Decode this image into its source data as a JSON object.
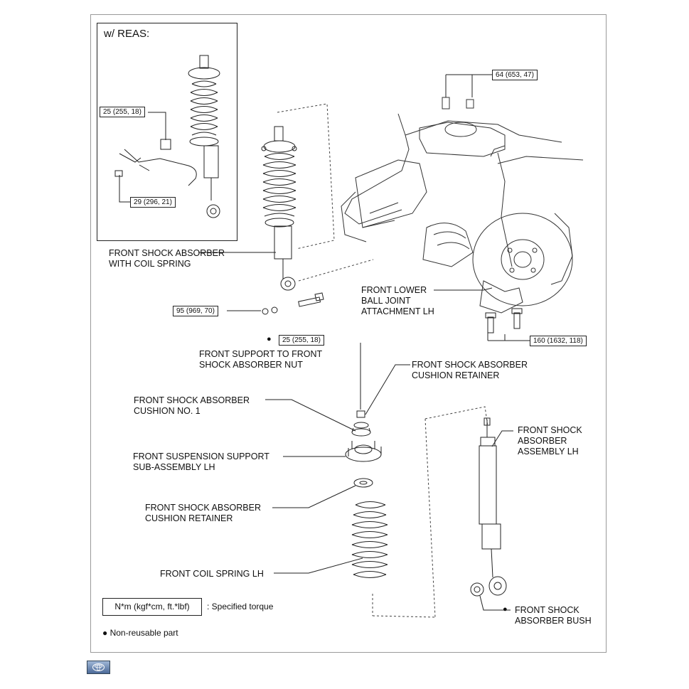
{
  "inset": {
    "title": "w/ REAS:"
  },
  "torques": {
    "reas_upper": "25 (255, 18)",
    "reas_lower": "29 (296, 21)",
    "knuckle_nuts": "64 (653, 47)",
    "lower_bolt": "95 (969, 70)",
    "support_nut": "25 (255, 18)",
    "ball_joint": "160 (1632, 118)"
  },
  "labels": {
    "shock_with_spring": "FRONT SHOCK ABSORBER\nWITH COIL SPRING",
    "lower_ball_joint": "FRONT LOWER\nBALL JOINT\nATTACHMENT LH",
    "support_nut": "FRONT SUPPORT TO FRONT\nSHOCK ABSORBER NUT",
    "cushion_retainer_top": "FRONT SHOCK ABSORBER\nCUSHION RETAINER",
    "cushion_no1": "FRONT SHOCK ABSORBER\nCUSHION NO. 1",
    "support_subassy": "FRONT SUSPENSION SUPPORT\nSUB-ASSEMBLY LH",
    "shock_assembly": "FRONT SHOCK\nABSORBER\nASSEMBLY LH",
    "cushion_retainer_lower": "FRONT SHOCK ABSORBER\nCUSHION RETAINER",
    "coil_spring": "FRONT COIL SPRING LH",
    "bush": "FRONT SHOCK\nABSORBER BUSH"
  },
  "legend": {
    "unit_box": "N*m (kgf*cm, ft.*lbf)",
    "unit_desc": ": Specified torque",
    "non_reusable": "● Non-reusable part"
  },
  "colors": {
    "line": "#222222",
    "frame": "#9a9a9a"
  }
}
